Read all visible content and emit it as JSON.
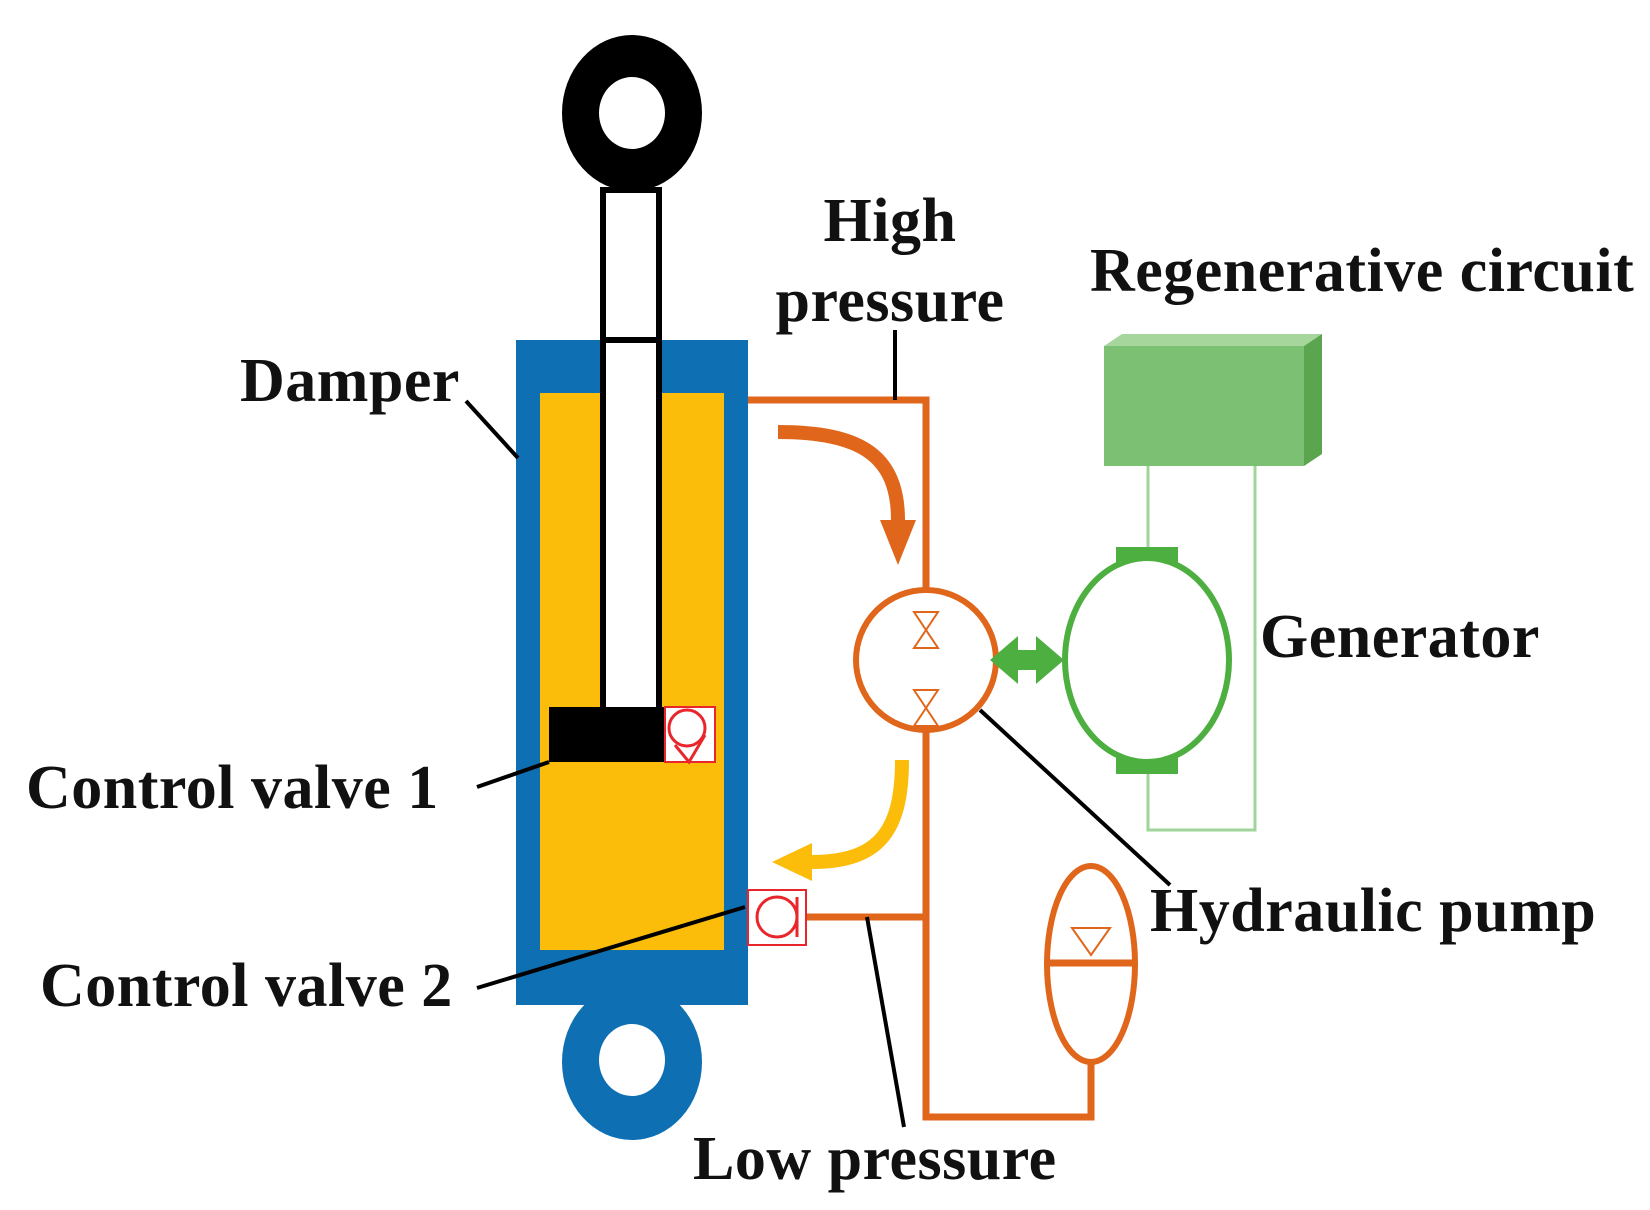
{
  "labels": {
    "damper": "Damper",
    "high_pressure_line1": "High",
    "high_pressure_line2": "pressure",
    "regenerative_circuit": "Regenerative circuit",
    "generator": "Generator",
    "control_valve_1": "Control valve 1",
    "hydraulic_pump": "Hydraulic pump",
    "control_valve_2": "Control valve 2",
    "low_pressure": "Low pressure"
  },
  "colors": {
    "damper_body": "#0e6fb3",
    "fluid": "#fbbc0a",
    "hydraulic_line": "#e0661c",
    "flow_high_arrow": "#e0661c",
    "flow_low_arrow": "#fbbc0a",
    "generator": "#4caf40",
    "regen_box": "#7cc074",
    "valve": "#e8262b",
    "eye_top": "#000000",
    "text": "#111111"
  }
}
